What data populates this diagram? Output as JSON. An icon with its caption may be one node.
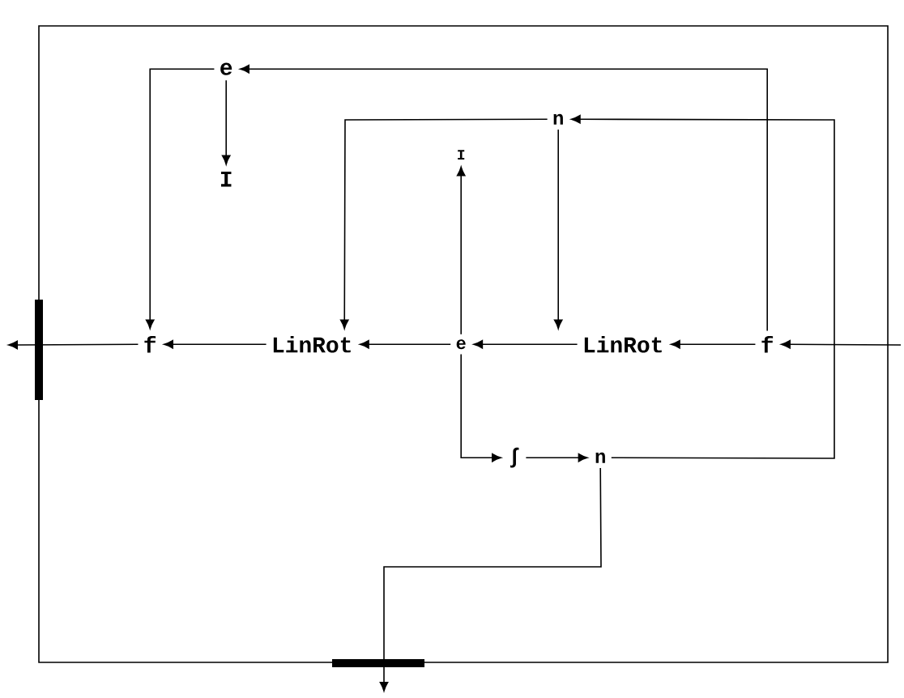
{
  "diagram": {
    "nodes": [
      {
        "text": [],
        "shape": "box"
      },
      {
        "text": [
          "e"
        ],
        "in": 0
      },
      {
        "text": [
          "I"
        ],
        "in": 0
      },
      {
        "text": [
          "n"
        ],
        "in": 0
      },
      {
        "text": [
          "I"
        ],
        "in": 0
      },
      {
        "text": [
          "f"
        ],
        "in": 0
      },
      {
        "text": [
          "LinRot"
        ],
        "in": 0
      },
      {
        "text": [
          "e"
        ],
        "in": 0
      },
      {
        "text": [
          "LinRot"
        ],
        "in": 0
      },
      {
        "text": [
          "f"
        ],
        "in": 0
      },
      {
        "text": [
          "∫"
        ],
        "in": 0
      },
      {
        "text": [
          "n"
        ],
        "in": 0
      }
    ],
    "edges": [
      {
        "from": null,
        "to": 9,
        "arrow": "to"
      },
      {
        "from": 9,
        "to": 8,
        "arrow": "to"
      },
      {
        "from": 8,
        "to": 7,
        "arrow": "to"
      },
      {
        "from": 7,
        "to": 6,
        "arrow": "to"
      },
      {
        "from": 6,
        "to": 5,
        "arrow": "to"
      },
      {
        "from": 5,
        "to": null,
        "arrow": "to"
      },
      {
        "from": 9,
        "to": 1,
        "arrow": "to"
      },
      {
        "from": 1,
        "to": 5,
        "arrow": "to"
      },
      {
        "from": 1,
        "to": 2,
        "arrow": "to"
      },
      {
        "from": 11,
        "to": 3,
        "arrow": "to"
      },
      {
        "from": 3,
        "to": 6,
        "arrow": "to"
      },
      {
        "from": 3,
        "to": 8,
        "arrow": "to"
      },
      {
        "from": 7,
        "to": 4,
        "arrow": "to"
      },
      {
        "from": 7,
        "to": 10,
        "arrow": "to"
      },
      {
        "from": 10,
        "to": 11,
        "arrow": "to"
      },
      {
        "from": 11,
        "to": null,
        "arrow": "to"
      }
    ]
  }
}
